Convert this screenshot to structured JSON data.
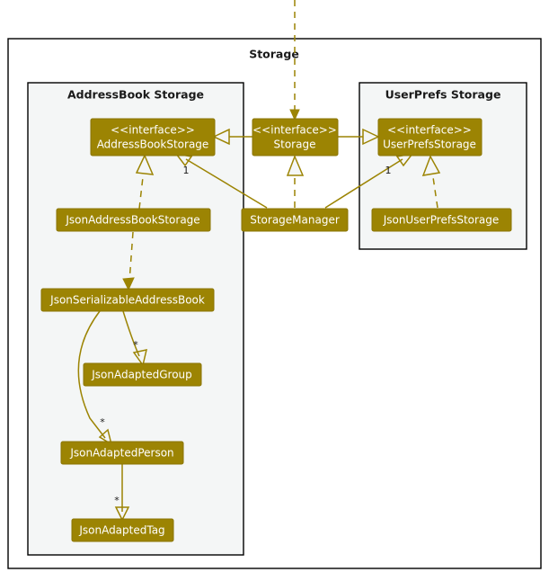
{
  "diagram": {
    "type": "uml-class-diagram",
    "title": "Storage",
    "background_color": "#ffffff",
    "class_fill_color": "#9c8403",
    "class_text_color": "#ffffff",
    "package_fill_color": "#f4f6f6",
    "edge_color": "#9c8403"
  },
  "packages": [
    {
      "id": "storage",
      "label": "Storage"
    },
    {
      "id": "addressbook_storage",
      "label": "AddressBook Storage"
    },
    {
      "id": "userprefs_storage",
      "label": "UserPrefs Storage"
    }
  ],
  "classes": {
    "address_book_storage": {
      "stereotype": "<<interface>>",
      "name": "AddressBookStorage"
    },
    "storage": {
      "stereotype": "<<interface>>",
      "name": "Storage"
    },
    "user_prefs_storage": {
      "stereotype": "<<interface>>",
      "name": "UserPrefsStorage"
    },
    "json_address_book_storage": {
      "name": "JsonAddressBookStorage"
    },
    "storage_manager": {
      "name": "StorageManager"
    },
    "json_user_prefs_storage": {
      "name": "JsonUserPrefsStorage"
    },
    "json_serializable_address_book": {
      "name": "JsonSerializableAddressBook"
    },
    "json_adapted_group": {
      "name": "JsonAdaptedGroup"
    },
    "json_adapted_person": {
      "name": "JsonAdaptedPerson"
    },
    "json_adapted_tag": {
      "name": "JsonAdaptedTag"
    }
  },
  "multiplicities": {
    "abs_one": "1",
    "ups_one": "1",
    "group_star": "*",
    "person_star": "*",
    "tag_star": "*"
  },
  "relationships": [
    {
      "from": "external",
      "to": "storage",
      "kind": "dependency",
      "style": "dashed"
    },
    {
      "from": "storage",
      "to": "address_book_storage",
      "kind": "generalization",
      "style": "solid"
    },
    {
      "from": "storage",
      "to": "user_prefs_storage",
      "kind": "generalization",
      "style": "solid"
    },
    {
      "from": "json_address_book_storage",
      "to": "address_book_storage",
      "kind": "realization",
      "style": "dashed"
    },
    {
      "from": "storage_manager",
      "to": "storage",
      "kind": "realization",
      "style": "dashed"
    },
    {
      "from": "json_user_prefs_storage",
      "to": "user_prefs_storage",
      "kind": "realization",
      "style": "dashed"
    },
    {
      "from": "storage_manager",
      "to": "address_book_storage",
      "kind": "association",
      "style": "solid",
      "label": "1"
    },
    {
      "from": "storage_manager",
      "to": "user_prefs_storage",
      "kind": "association",
      "style": "solid",
      "label": "1"
    },
    {
      "from": "json_address_book_storage",
      "to": "json_serializable_address_book",
      "kind": "dependency",
      "style": "dashed"
    },
    {
      "from": "json_serializable_address_book",
      "to": "json_adapted_group",
      "kind": "association",
      "style": "solid",
      "label": "*"
    },
    {
      "from": "json_serializable_address_book",
      "to": "json_adapted_person",
      "kind": "association",
      "style": "solid",
      "label": "*"
    },
    {
      "from": "json_adapted_person",
      "to": "json_adapted_tag",
      "kind": "association",
      "style": "solid",
      "label": "*"
    }
  ]
}
